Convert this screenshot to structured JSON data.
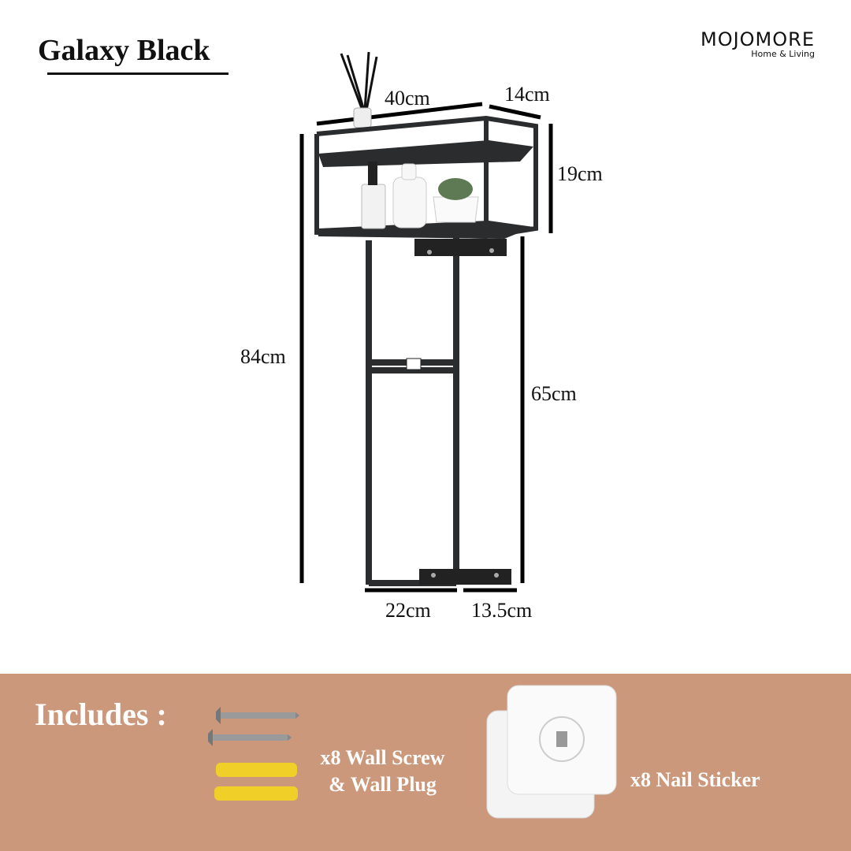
{
  "title": "Galaxy Black",
  "brand": {
    "name": "MOJOMORE",
    "tagline": "Home & Living"
  },
  "dimensions": {
    "width": "40cm",
    "depth": "14cm",
    "shelf_height": "19cm",
    "total_height": "84cm",
    "leg_height": "65cm",
    "leg_width": "22cm",
    "bracket_depth": "13.5cm"
  },
  "includes": {
    "heading": "Includes :",
    "item1_line1": "x8 Wall Screw",
    "item1_line2": "& Wall Plug",
    "item2": "x8 Nail Sticker"
  },
  "colors": {
    "band": "#cb987c",
    "frame": "#2a2c2e"
  }
}
